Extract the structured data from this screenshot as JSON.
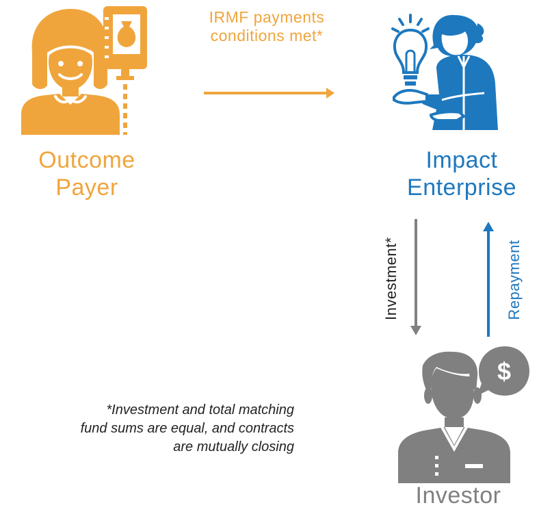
{
  "colors": {
    "orange": "#F0A53C",
    "blue": "#1E78BE",
    "gray": "#808080",
    "text_dark": "#222222"
  },
  "nodes": {
    "outcome_payer": {
      "line1": "Outcome",
      "line2": "Payer",
      "icon": "woman-with-money-sign-icon"
    },
    "impact_enterprise": {
      "line1": "Impact",
      "line2": "Enterprise",
      "icon": "person-presenting-lightbulb-icon"
    },
    "investor": {
      "label": "Investor",
      "icon": "man-with-dollar-speech-bubble-icon"
    }
  },
  "edges": {
    "payer_to_enterprise": {
      "line1": "IRMF payments",
      "line2": "conditions met*"
    },
    "investment": {
      "label": "Investment*"
    },
    "repayment": {
      "label": "Repayment"
    }
  },
  "footnote": {
    "line1": "*Investment and total matching",
    "line2": "fund sums are equal, and contracts",
    "line3": "are mutually closing"
  }
}
